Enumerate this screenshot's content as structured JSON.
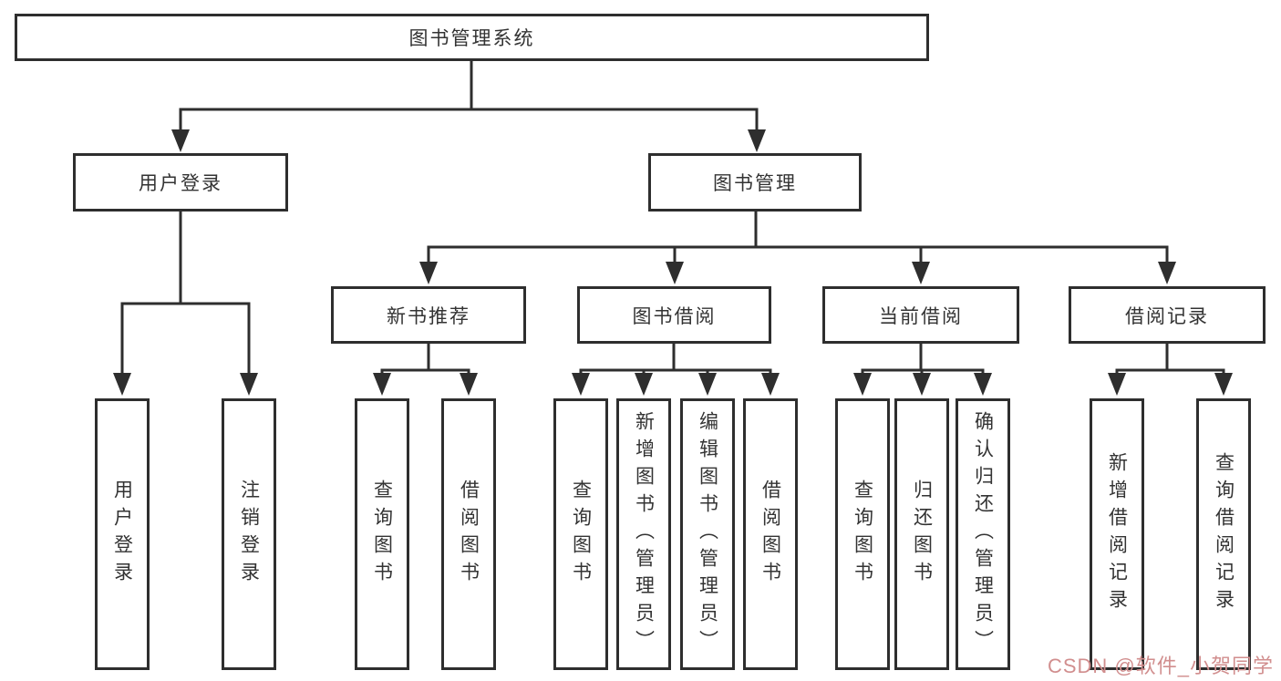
{
  "diagram": {
    "line_color": "#2e2e2e",
    "box_border_color": "#2e2e2e",
    "text_color": "#333333",
    "root": {
      "label": "图书管理系统"
    },
    "login_branch": {
      "label": "用户登录",
      "children": [
        {
          "label": "用户登录"
        },
        {
          "label": "注销登录"
        }
      ]
    },
    "mgmt_branch": {
      "label": "图书管理",
      "groups": [
        {
          "label": "新书推荐",
          "children": [
            {
              "label": "查询图书"
            },
            {
              "label": "借阅图书"
            }
          ]
        },
        {
          "label": "图书借阅",
          "children": [
            {
              "label": "查询图书"
            },
            {
              "label": "新增图书（管理员）"
            },
            {
              "label": "编辑图书（管理员）"
            },
            {
              "label": "借阅图书"
            }
          ]
        },
        {
          "label": "当前借阅",
          "children": [
            {
              "label": "查询图书"
            },
            {
              "label": "归还图书"
            },
            {
              "label": "确认归还（管理员）"
            }
          ]
        },
        {
          "label": "借阅记录",
          "children": [
            {
              "label": "新增借阅记录"
            },
            {
              "label": "查询借阅记录"
            }
          ]
        }
      ]
    }
  },
  "watermark": {
    "text": "CSDN @软件_小贺同学",
    "color": "#d18e8e"
  }
}
